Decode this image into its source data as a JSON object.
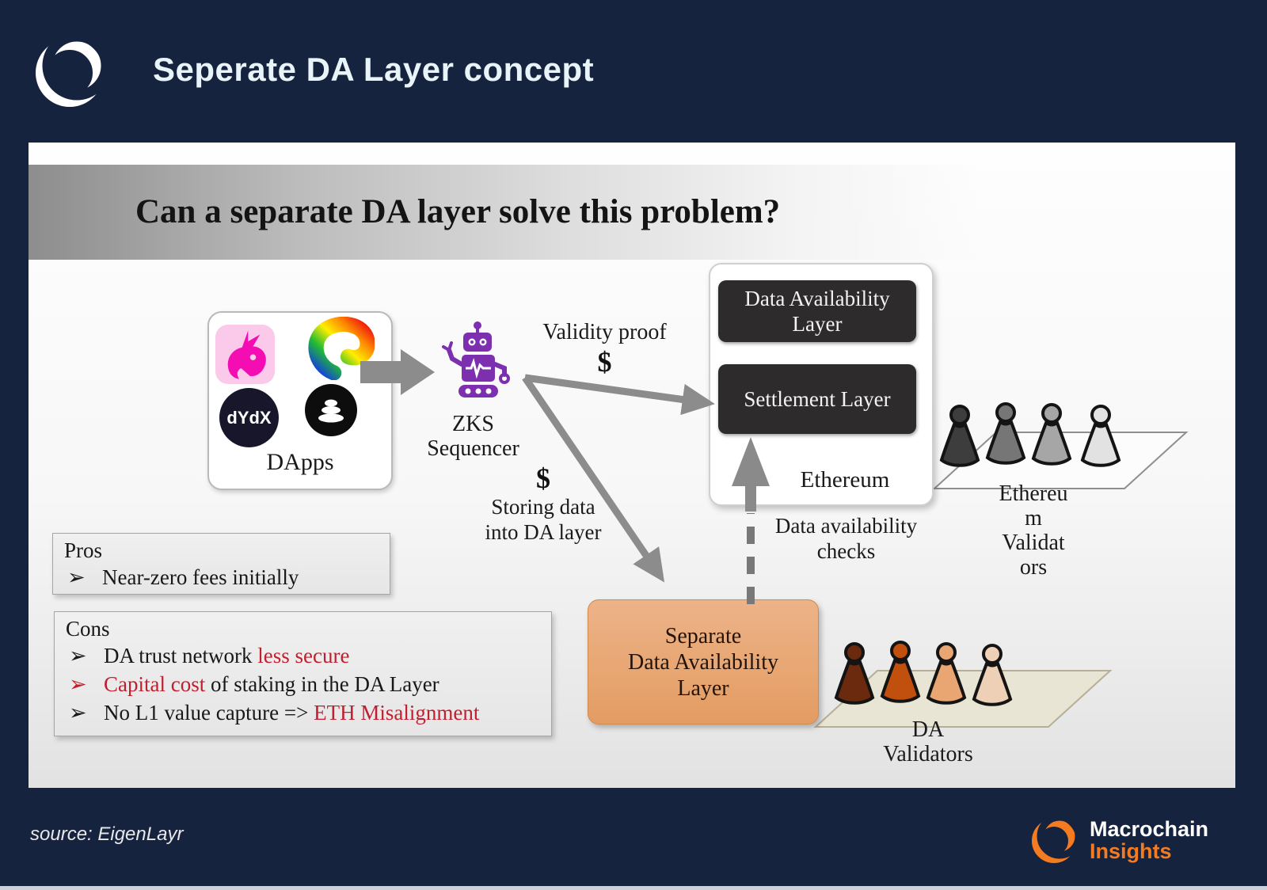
{
  "page": {
    "title": "Seperate DA Layer concept",
    "source": "source: EigenLayr",
    "background": "#15233f",
    "accent_red": "#c01f2f"
  },
  "brand": {
    "name_top": "Macrochain",
    "name_bottom": "Insights",
    "orange": "#f47b20"
  },
  "slide": {
    "heading": "Can a separate DA layer solve this problem?",
    "dapps": {
      "label": "DApps",
      "icons": [
        "uniswap-icon",
        "curve-icon",
        "dydx-icon",
        "balancer-icon"
      ],
      "dydx_text": "dYdX"
    },
    "sequencer": {
      "line1": "ZKS",
      "line2": "Sequencer",
      "color": "#7c2fae"
    },
    "validity": {
      "label": "Validity proof",
      "dollar": "$"
    },
    "storing": {
      "dollar": "$",
      "line1": "Storing data",
      "line2": "into DA layer"
    },
    "checks": {
      "line1": "Data availability",
      "line2": "checks"
    },
    "ethereum_box": {
      "da_layer_line1": "Data Availability",
      "da_layer_line2": "Layer",
      "settlement": "Settlement Layer",
      "label": "Ethereum",
      "box_color": "#2d2b2b"
    },
    "separate_da": {
      "line1": "Separate",
      "line2": "Data Availability",
      "line3": "Layer",
      "color": "#e8a470"
    },
    "eth_validators": {
      "label_lines": [
        "Ethereu",
        "m",
        "Validat",
        "ors"
      ],
      "colors": [
        "#3d3d3d",
        "#767676",
        "#a6a6a6",
        "#e2e2e2"
      ]
    },
    "da_validators": {
      "label_line1": "DA",
      "label_line2": "Validators",
      "colors": [
        "#6b2a0e",
        "#c14f0e",
        "#e9a672",
        "#eed0b6"
      ]
    },
    "pros": {
      "title": "Pros",
      "items": [
        {
          "bullet": "➢",
          "text": "Near-zero fees initially"
        }
      ]
    },
    "cons": {
      "title": "Cons",
      "items": [
        {
          "bullet": "➢",
          "parts": [
            {
              "t": "DA trust network "
            },
            {
              "t": "less secure"
            }
          ]
        },
        {
          "bullet": "➢",
          "parts": [
            {
              "t": "Capital cost"
            },
            {
              "t": " of staking in the DA Layer"
            }
          ]
        },
        {
          "bullet": "➢",
          "parts": [
            {
              "t": "No L1 value capture => "
            },
            {
              "t": "ETH Misalignment"
            }
          ]
        }
      ]
    },
    "arrow_gray": "#8c8c8c"
  }
}
